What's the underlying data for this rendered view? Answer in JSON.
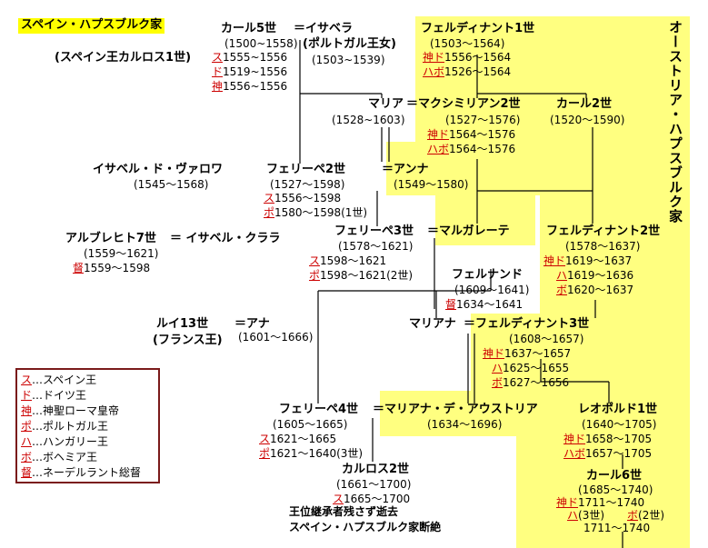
{
  "title": "スペイン・ハプスブルク家",
  "austria_label": "オーストリア・ハプスブルク家",
  "n": {
    "karl5": {
      "name": "カール5世",
      "dates": "(1500~1558)",
      "r1k": "ス",
      "r1": "1555~1556",
      "r2k": "ド",
      "r2": "1519~1556",
      "r3k": "神",
      "r3": "1556~1556"
    },
    "karl5_alias": "(スペイン王カルロス1世)",
    "isabella": {
      "name": "＝イサベラ",
      "sub": "(ポルトガル王女)",
      "dates": "(1503~1539)"
    },
    "ferd1": {
      "name": "フェルディナント1世",
      "dates": "(1503～1564)",
      "r1k": "神ド",
      "r1": "1556～1564",
      "r2k": "ハボ",
      "r2": "1526～1564"
    },
    "maria": {
      "name": "マリア",
      "dates": "(1528~1603)"
    },
    "max2": {
      "name": "＝マクシミリアン2世",
      "dates": "(1527～1576)",
      "r1k": "神ド",
      "r1": "1564～1576",
      "r2k": "ハボ",
      "r2": "1564～1576"
    },
    "karl2": {
      "name": "カール2世",
      "dates": "(1520～1590)"
    },
    "isab_valois": {
      "name": "イサベル・ド・ヴァロワ",
      "dates": "(1545～1568)"
    },
    "eq1": "＝",
    "felipe2": {
      "name": "フェリーペ2世",
      "dates": "(1527～1598)",
      "r1k": "ス",
      "r1": "1556～1598",
      "r2k": "ポ",
      "r2": "1580～1598(1世)"
    },
    "anna": {
      "name": "＝アンナ",
      "dates": "(1549～1580)"
    },
    "albrecht": {
      "name": "アルブレヒト7世",
      "dates": "(1559～1621)",
      "r1k": "督",
      "r1": "1559～1598"
    },
    "isab_clara": {
      "name": "＝ イサベル・クララ"
    },
    "felipe3": {
      "name": "フェリーペ3世",
      "dates": "(1578～1621)",
      "r1k": "ス",
      "r1": "1598～1621",
      "r2k": "ポ",
      "r2": "1598～1621(2世)"
    },
    "margarete": {
      "name": "＝マルガレーテ"
    },
    "ferd2": {
      "name": "フェルディナント2世",
      "dates": "(1578～1637)",
      "r1k": "神ド",
      "r1": "1619～1637",
      "r2k": "ハ",
      "r2": "1619～1636",
      "r3k": "ボ",
      "r3": "1620～1637"
    },
    "fernando": {
      "name": "フェルナンド",
      "dates": "(1609～1641)",
      "r1k": "督",
      "r1": "1634～1641"
    },
    "louis13": {
      "name": "ルイ13世",
      "sub": "(フランス王)"
    },
    "ana": {
      "name": "＝アナ",
      "dates": "(1601～1666)"
    },
    "mariana1": {
      "name": "マリアナ"
    },
    "ferd3": {
      "name": "＝フェルディナント3世",
      "dates": "(1608～1657)",
      "r1k": "神ド",
      "r1": "1637～1657",
      "r2k": "ハ",
      "r2": "1625～1655",
      "r3k": "ボ",
      "r3": "1627～1656"
    },
    "felipe4": {
      "name": "フェリーペ4世",
      "dates": "(1605～1665)",
      "r1k": "ス",
      "r1": "1621～1665",
      "r2k": "ポ",
      "r2": "1621～1640(3世)"
    },
    "mariana2": {
      "name": "＝マリアナ・デ・アウストリア",
      "dates": "(1634～1696)"
    },
    "leopold1": {
      "name": "レオポルド1世",
      "dates": "(1640～1705)",
      "r1k": "神ド",
      "r1": "1658～1705",
      "r2k": "ハボ",
      "r2": "1657～1705"
    },
    "carlos2": {
      "name": "カルロス2世",
      "dates": "(1661～1700)",
      "r1k": "ス",
      "r1": "1665～1700",
      "note1": "王位継承者残さず逝去",
      "note2": "スペイン・ハプスブルク家断絶"
    },
    "karl6": {
      "name": "カール6世",
      "dates": "(1685～1740)",
      "r1k": "神ド",
      "r1": "1711～1740",
      "r2k": "ハ",
      "r2": "(3世)",
      "r3k": "ボ",
      "r3": "(2世)",
      "r4": "1711～1740"
    }
  },
  "legend": [
    {
      "k": "ス",
      "v": "…スペイン王"
    },
    {
      "k": "ド",
      "v": "…ドイツ王"
    },
    {
      "k": "神",
      "v": "…神聖ローマ皇帝"
    },
    {
      "k": "ポ",
      "v": "…ポルトガル王"
    },
    {
      "k": "ハ",
      "v": "…ハンガリー王"
    },
    {
      "k": "ボ",
      "v": "…ボヘミア王"
    },
    {
      "k": "督",
      "v": "…ネーデルラント総督"
    }
  ],
  "colors": {
    "highlight": "#ffff80",
    "title_bg": "#ffff00",
    "legend_border": "#7a1a1a",
    "reign_key": "#cc0000"
  }
}
